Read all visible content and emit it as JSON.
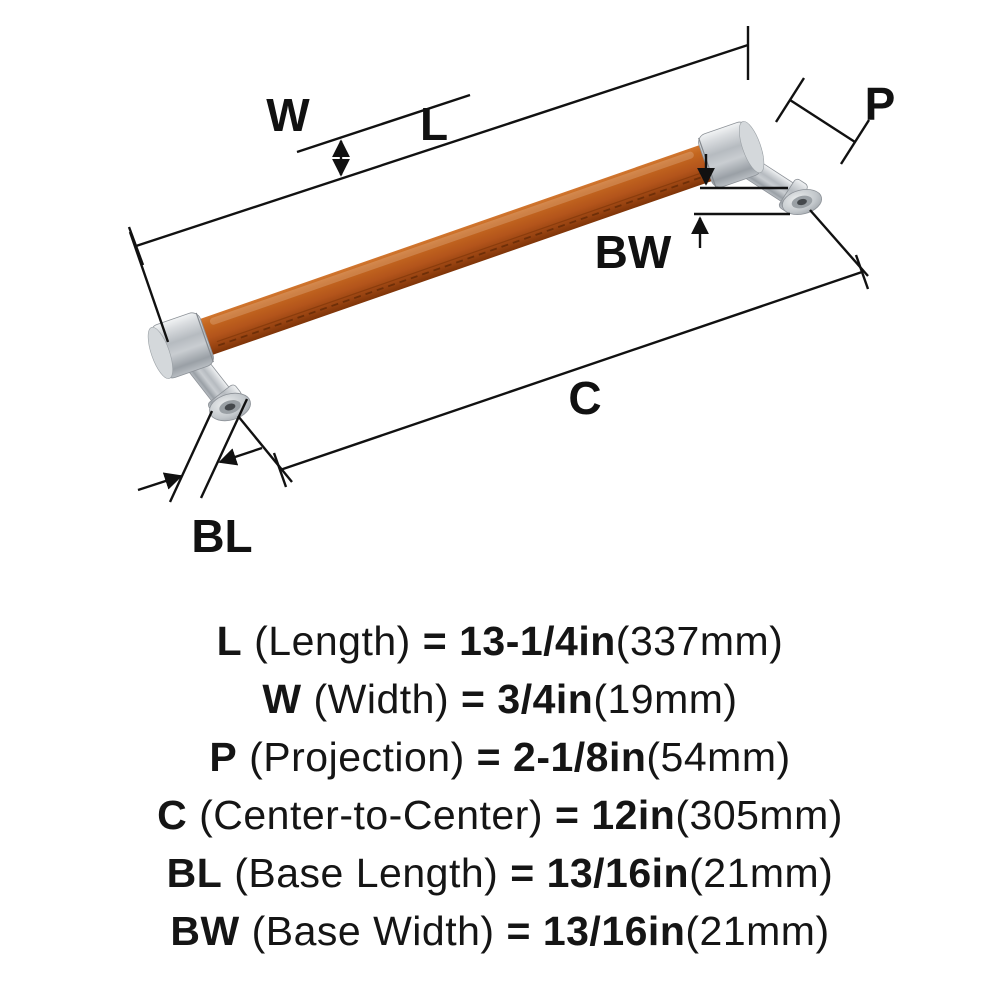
{
  "product": {
    "description": "Cabinet pull handle dimension diagram",
    "colors": {
      "leather": "#b3541b",
      "metal": "#b9bec3",
      "line": "#111111"
    }
  },
  "diagram": {
    "labels": {
      "length": "L",
      "width": "W",
      "projection": "P",
      "base_width": "BW",
      "center": "C",
      "base_length": "BL"
    }
  },
  "specs": [
    {
      "key": "L",
      "name": "(Length)",
      "eq": "=",
      "value": "13-1/4in",
      "metric": "(337mm)"
    },
    {
      "key": "W",
      "name": "(Width)",
      "eq": "=",
      "value": "3/4in",
      "metric": "(19mm)"
    },
    {
      "key": "P",
      "name": "(Projection)",
      "eq": "=",
      "value": "2-1/8in",
      "metric": "(54mm)"
    },
    {
      "key": "C",
      "name": "(Center-to-Center)",
      "eq": "=",
      "value": "12in",
      "metric": "(305mm)"
    },
    {
      "key": "BL",
      "name": "(Base Length)",
      "eq": "=",
      "value": "13/16in",
      "metric": "(21mm)"
    },
    {
      "key": "BW",
      "name": "(Base Width)",
      "eq": "=",
      "value": "13/16in",
      "metric": "(21mm)"
    }
  ]
}
